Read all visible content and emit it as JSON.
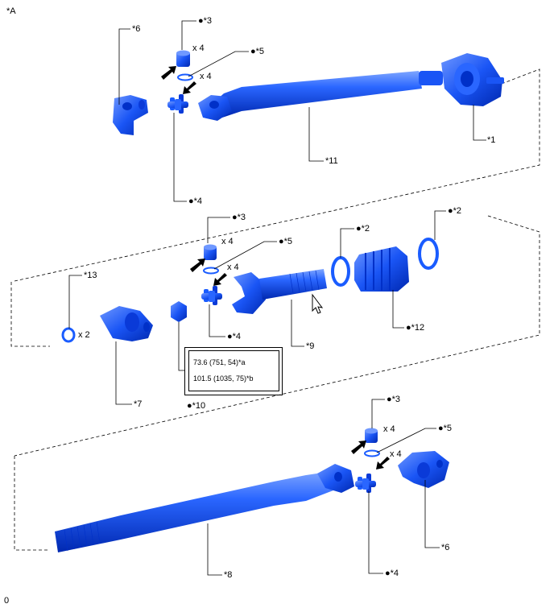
{
  "figure_id": "*A",
  "footer_code": "0",
  "labels": {
    "l1": "*1",
    "l3a": "●*3",
    "l4a": "●*4",
    "l5a": "●*5",
    "l6a": "*6",
    "l11": "*11",
    "x4a": "x 4",
    "x4b": "x 4",
    "l13": "*13",
    "x2": "x 2",
    "l3b": "●*3",
    "x4c": "x 4",
    "l5b": "●*5",
    "x4d": "x 4",
    "l2a": "●*2",
    "l2b": "●*2",
    "l4b": "●*4",
    "l7": "*7",
    "l9": "*9",
    "l12": "●*12",
    "l10": "●*10",
    "l3c": "●*3",
    "x4e": "x 4",
    "l5c": "●*5",
    "x4f": "x 4",
    "l6b": "*6",
    "l4c": "●*4",
    "l8": "*8"
  },
  "torque": {
    "a": "73.6 (751, 54)*a",
    "b": "101.5 (1035, 75)*b"
  },
  "colors": {
    "part_blue": "#1a5cff",
    "part_dark": "#0030c8",
    "part_light": "#7fa6ff",
    "line": "#000000"
  }
}
